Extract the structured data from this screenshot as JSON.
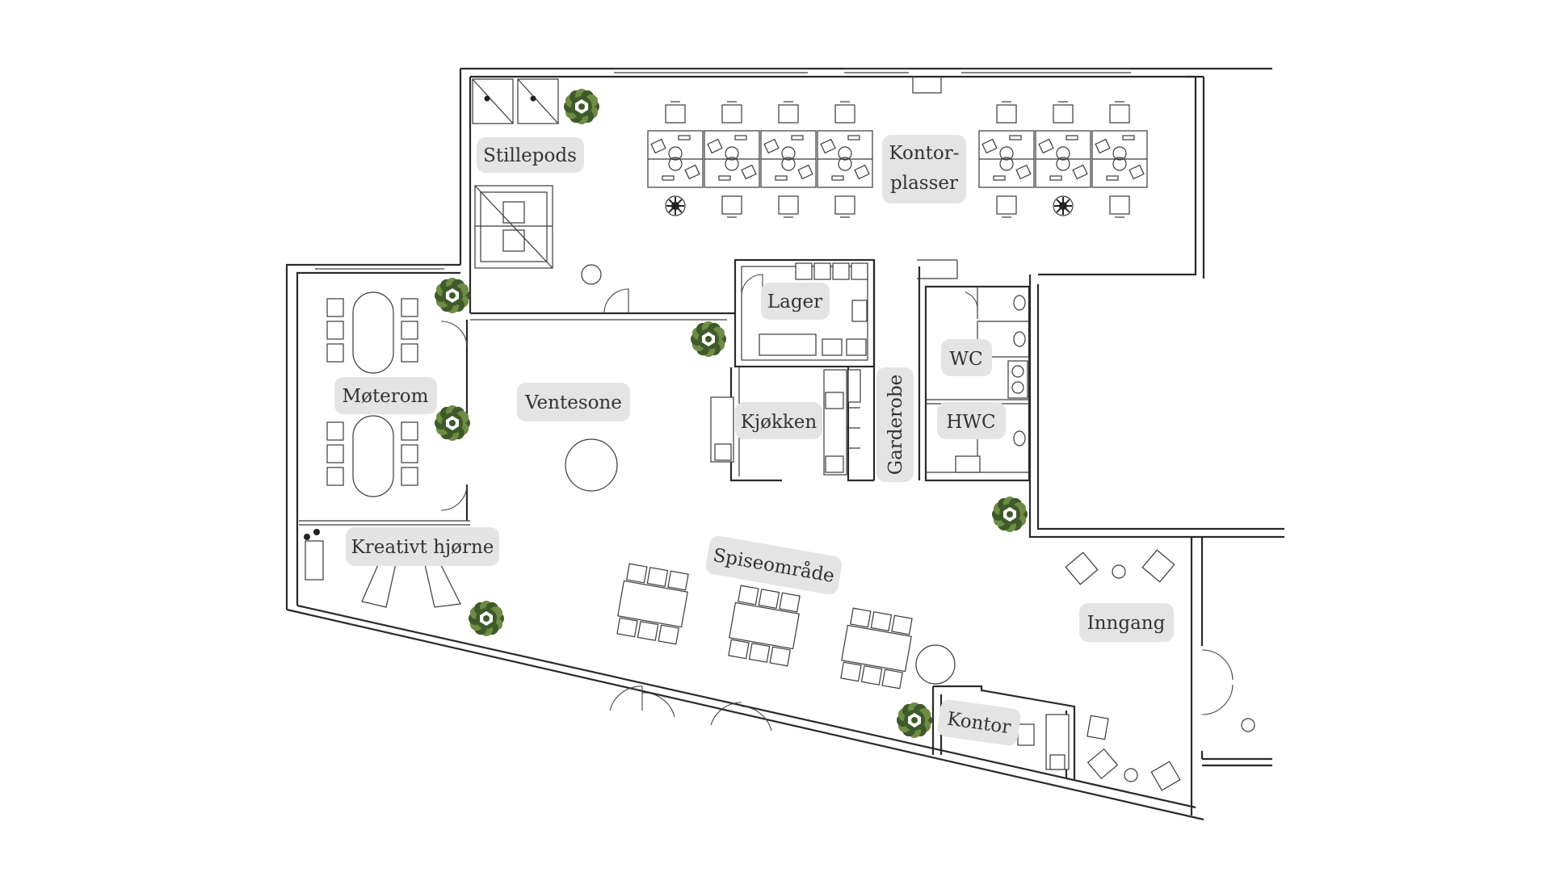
{
  "floor_plan": {
    "rooms": {
      "stillepods": "Stillepods",
      "kontorplasser_line1": "Kontor-",
      "kontorplasser_line2": "plasser",
      "lager": "Lager",
      "wc": "WC",
      "hwc": "HWC",
      "moterom": "Møterom",
      "ventesone": "Ventesone",
      "kjokken": "Kjøkken",
      "garderobe": "Garderobe",
      "kreativt_hjorne": "Kreativt hjørne",
      "spiseomrade": "Spiseområde",
      "inngang": "Inngang",
      "kontor": "Kontor"
    },
    "colors": {
      "wall": "#2a2a2a",
      "label_background": "#e4e4e4",
      "label_text": "#333333",
      "plant_dark": "#3f5a2a",
      "plant_light": "#6f8c45"
    },
    "icons": [
      "plant-icon",
      "desk-icon",
      "chair-icon",
      "toilet-icon",
      "sink-icon",
      "door-icon"
    ]
  }
}
